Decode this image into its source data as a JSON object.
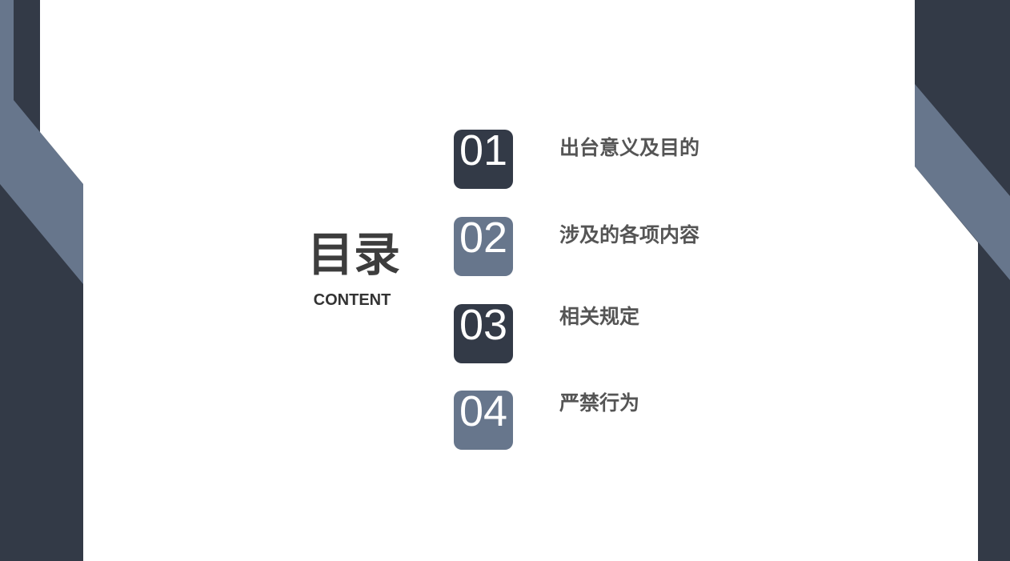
{
  "title": "目录",
  "subtitle": "CONTENT",
  "colors": {
    "dark": "#333a47",
    "light": "#67768c"
  },
  "items": [
    {
      "number": "01",
      "label": "出台意义及目的",
      "color": "dark"
    },
    {
      "number": "02",
      "label": "涉及的各项内容",
      "color": "light"
    },
    {
      "number": "03",
      "label": "相关规定",
      "color": "dark"
    },
    {
      "number": "04",
      "label": "严禁行为",
      "color": "light"
    }
  ]
}
